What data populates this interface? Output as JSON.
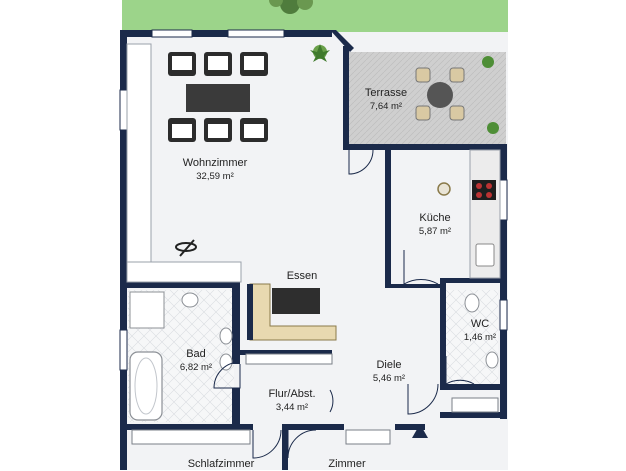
{
  "floorplan": {
    "rooms": [
      {
        "id": "wohnzimmer",
        "name": "Wohnzimmer",
        "area": "32,59 m²"
      },
      {
        "id": "terrasse",
        "name": "Terrasse",
        "area": "7,64 m²"
      },
      {
        "id": "kueche",
        "name": "Küche",
        "area": "5,87 m²"
      },
      {
        "id": "essen",
        "name": "Essen",
        "area": ""
      },
      {
        "id": "bad",
        "name": "Bad",
        "area": "6,82 m²"
      },
      {
        "id": "wc",
        "name": "WC",
        "area": "1,46 m²"
      },
      {
        "id": "diele",
        "name": "Diele",
        "area": "5,46 m²"
      },
      {
        "id": "flur",
        "name": "Flur/Abst.",
        "area": "3,44 m²"
      },
      {
        "id": "schlafzimmer",
        "name": "Schlafzimmer",
        "area": ""
      },
      {
        "id": "zimmer",
        "name": "Zimmer",
        "area": ""
      }
    ]
  },
  "colors": {
    "wall": "#1b2a4a",
    "floor": "#f2f3f5",
    "lawn": "#9cd48a",
    "terrace": "#c9c9c9",
    "furniture": "#3a3a3a",
    "kitchen_unit": "#ececec",
    "sofa": "#e8d9b0"
  }
}
